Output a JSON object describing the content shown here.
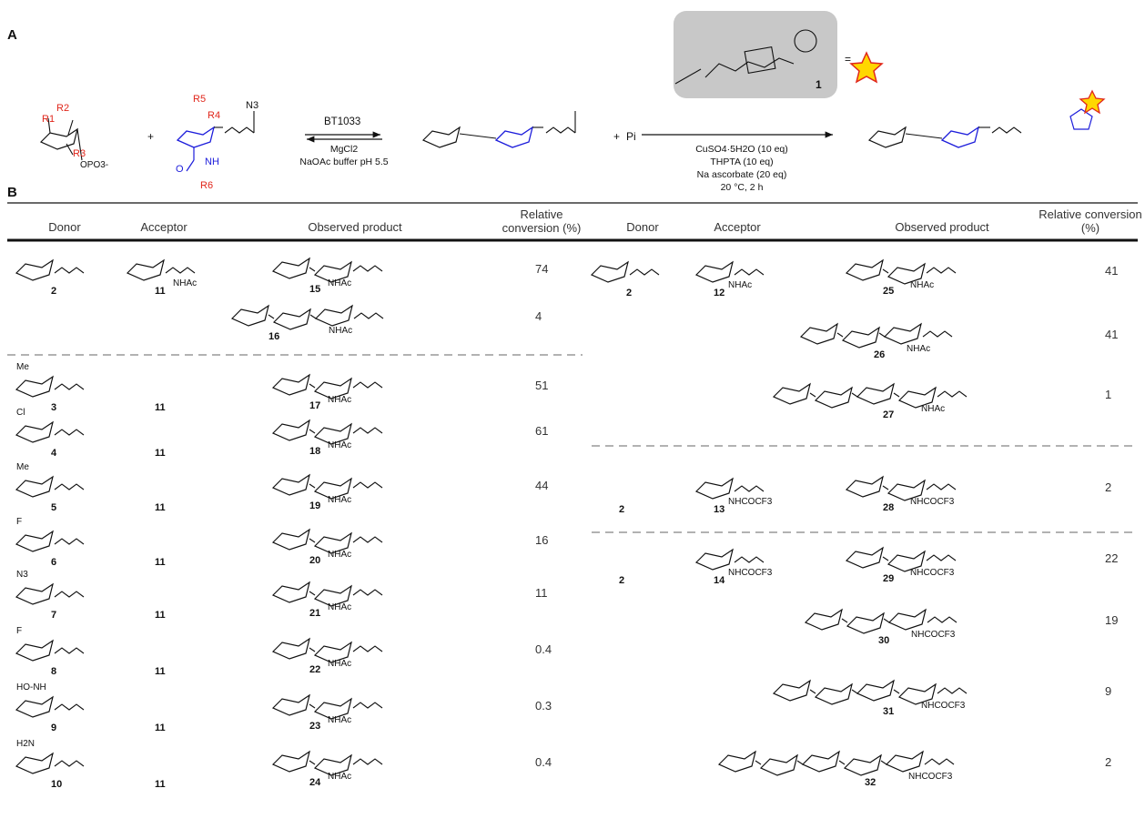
{
  "panels": {
    "a": "A",
    "b": "B"
  },
  "scheme": {
    "enzyme": "BT1033",
    "buffer_cofactor": "MgCl2",
    "buffer": "NaOAc buffer pH 5.5",
    "plus": "+",
    "pi": "Pi",
    "probe_number": "1",
    "equals": "=",
    "click_conditions": [
      "CuSO4·5H2O (10 eq)",
      "THPTA (10 eq)",
      "Na ascorbate (20 eq)",
      "20 °C, 2 h"
    ],
    "substituents": {
      "r1": "R1",
      "r2": "R2",
      "r3": "R3",
      "r4": "R4",
      "r5": "R5",
      "r6": "R6",
      "n3": "N3",
      "nh": "NH",
      "o": "O",
      "opo3": "OPO3-"
    }
  },
  "table": {
    "headers": [
      "Donor",
      "Acceptor",
      "Observed product",
      "Relative conversion (%)"
    ],
    "left_rows": [
      {
        "donor": "2",
        "acceptor": "11",
        "product": "15",
        "conversion": "74"
      },
      {
        "donor": "",
        "acceptor": "",
        "product": "16",
        "conversion": "4"
      },
      {
        "donor": "3",
        "acceptor": "11",
        "product": "17",
        "conversion": "51"
      },
      {
        "donor": "4",
        "acceptor": "11",
        "product": "18",
        "conversion": "61"
      },
      {
        "donor": "5",
        "acceptor": "11",
        "product": "19",
        "conversion": "44"
      },
      {
        "donor": "6",
        "acceptor": "11",
        "product": "20",
        "conversion": "16"
      },
      {
        "donor": "7",
        "acceptor": "11",
        "product": "21",
        "conversion": "11"
      },
      {
        "donor": "8",
        "acceptor": "11",
        "product": "22",
        "conversion": "0.4"
      },
      {
        "donor": "9",
        "acceptor": "11",
        "product": "23",
        "conversion": "0.3"
      },
      {
        "donor": "10",
        "acceptor": "11",
        "product": "24",
        "conversion": "0.4"
      }
    ],
    "right_rows": [
      {
        "donor": "2",
        "acceptor": "12",
        "product": "25",
        "conversion": "41"
      },
      {
        "donor": "",
        "acceptor": "",
        "product": "26",
        "conversion": "41"
      },
      {
        "donor": "",
        "acceptor": "",
        "product": "27",
        "conversion": "1"
      },
      {
        "donor": "2",
        "acceptor": "13",
        "product": "28",
        "conversion": "2"
      },
      {
        "donor": "2",
        "acceptor": "14",
        "product": "29",
        "conversion": "22"
      },
      {
        "donor": "",
        "acceptor": "",
        "product": "30",
        "conversion": "19"
      },
      {
        "donor": "",
        "acceptor": "",
        "product": "31",
        "conversion": "9"
      },
      {
        "donor": "",
        "acceptor": "",
        "product": "32",
        "conversion": "2"
      }
    ],
    "donor_substituents": {
      "3": "Me",
      "4": "Cl",
      "5": "Me",
      "6": "F",
      "7": "N3",
      "8": "F",
      "9": "HO-NH",
      "10": "H2N"
    },
    "acceptor_groups": {
      "11": "NHAc",
      "12": "NHAc",
      "13": "NHCOCF3",
      "14": "NHCOCF3"
    }
  },
  "colors": {
    "red": "#e0261b",
    "blue": "#1d1ddb",
    "gray_box": "#c8c8c8",
    "star_fill": "#ffd700",
    "star_stroke": "#e0261b"
  }
}
